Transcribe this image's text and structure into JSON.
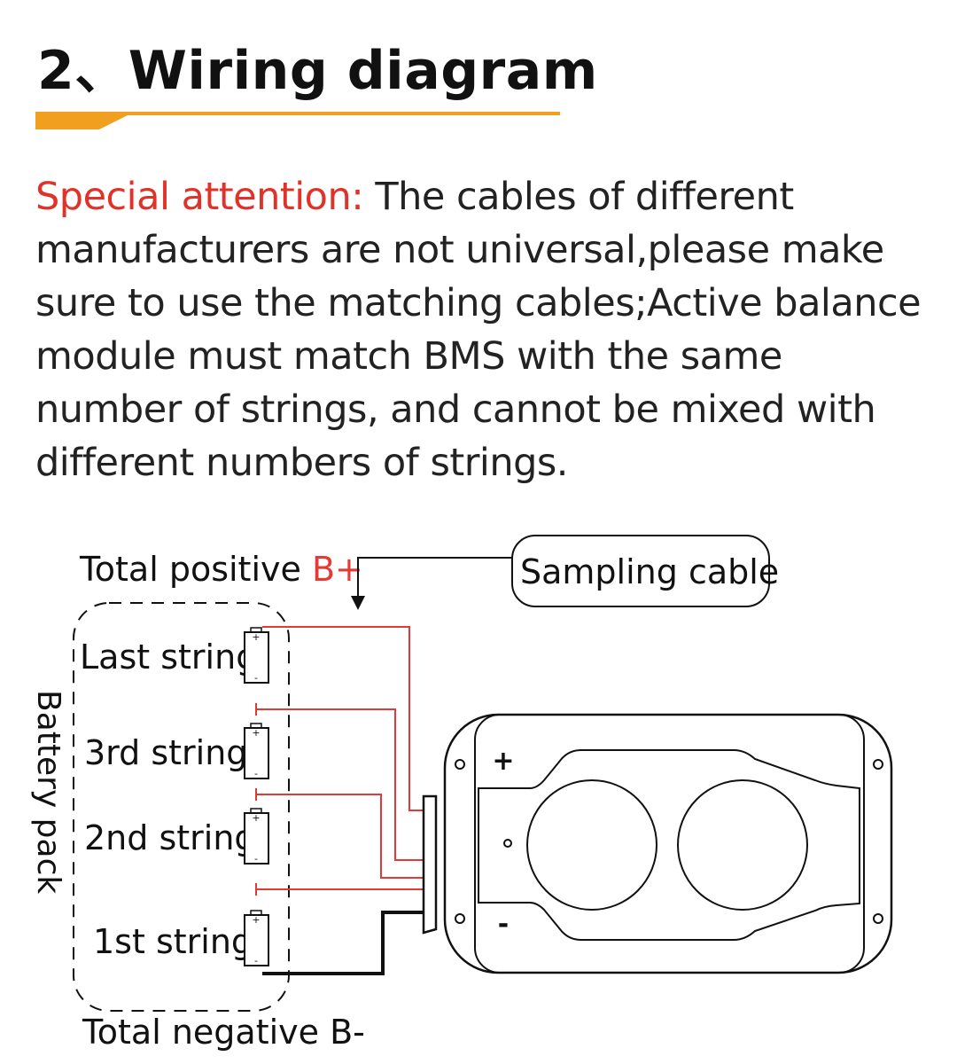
{
  "header": {
    "title": "2、Wiring diagram",
    "accent_color": "#f0a01e"
  },
  "notice": {
    "label": "Special attention:",
    "label_color": "#e03228",
    "text": " The cables of different manufacturers are not universal,please make sure to use the matching cables;Active balance module must match BMS with the same number of strings, and cannot be mixed with different numbers of strings."
  },
  "diagram": {
    "total_positive_label": "Total positive ",
    "total_positive_symbol": "B+",
    "total_negative_label": "Total negative B-",
    "sampling_cable_label": "Sampling cable",
    "battery_pack_label": "Battery pack",
    "strings": [
      "Last string",
      "3rd string",
      "2nd string",
      "1st string"
    ],
    "cell_plus": "+",
    "cell_minus": "-",
    "module_plus": "+",
    "module_minus": "-",
    "wire_color": "#e53935"
  }
}
